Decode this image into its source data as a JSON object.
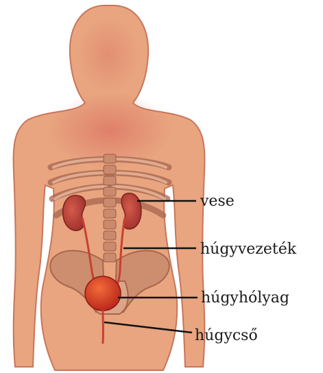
{
  "colors": {
    "skin": "#e8a57f",
    "skin_shadow": "#c9745a",
    "bone": "#d9a68a",
    "kidney": "#b8403a",
    "bladder": "#d8341e",
    "leader": "#111111"
  },
  "labels": {
    "kidney": "vese",
    "ureter": "húgyvezeték",
    "bladder": "húgyhólyag",
    "urethra": "húgycső"
  }
}
